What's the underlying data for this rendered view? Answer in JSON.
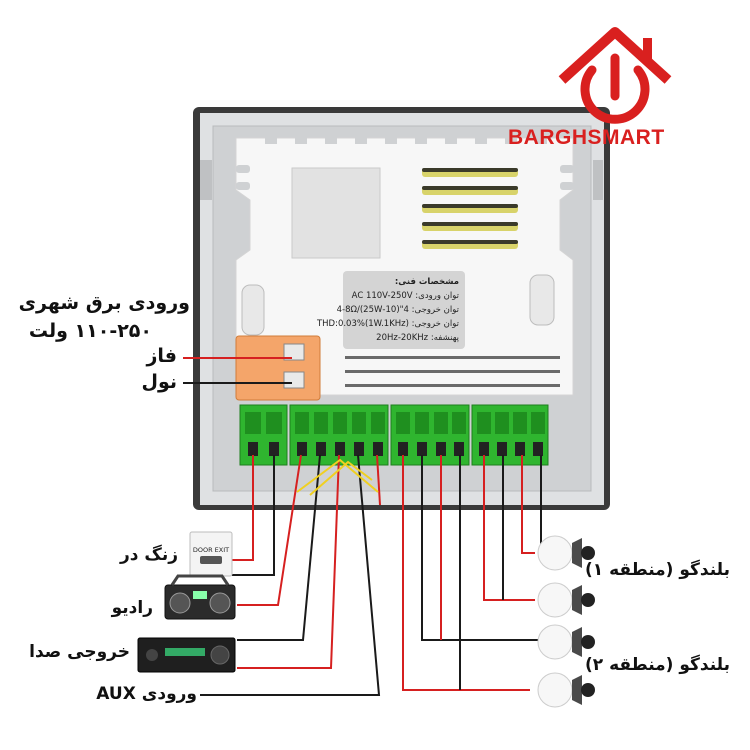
{
  "brand": {
    "name": "BARGHSMART",
    "color": "#d9201f"
  },
  "power_input": {
    "title_line1": "ورودی برق شهری",
    "title_line2": "۱۱۰-۲۵۰ ولت",
    "phase_label": "فاز",
    "neutral_label": "نول"
  },
  "specs": {
    "title": "مشخصات فنی:",
    "lines": [
      "توان ورودی: AC 110V-250V",
      "توان خروجی: 4\"(10-25W)/4-8Ω",
      "توان خروجی: THD:0.03%(1W.1KHz)",
      "پهنشفه: 20Hz-20KHz"
    ]
  },
  "inputs": [
    {
      "label": "زنگ در",
      "device_icon": "door-exit-button-icon",
      "device_text": "DOOR EXIT"
    },
    {
      "label": "رادیو",
      "device_icon": "boombox-radio-icon"
    },
    {
      "label": "خروجی صدا",
      "device_icon": "av-receiver-icon"
    },
    {
      "label": "ورودی AUX",
      "device_icon": "aux-cable-icon"
    }
  ],
  "outputs": {
    "zone1_label": "بلندگو (منطقه ۱)",
    "zone2_label": "بلندگو (منطقه ۲)",
    "speaker_icon": "ceiling-speaker-icon",
    "speaker_count": 4
  },
  "colors": {
    "terminal_green": "#2fb52f",
    "power_block": "#f4a56a",
    "wire_red": "#d62020",
    "wire_dark": "#1a1a1a",
    "wire_yellow": "#f0d020"
  }
}
